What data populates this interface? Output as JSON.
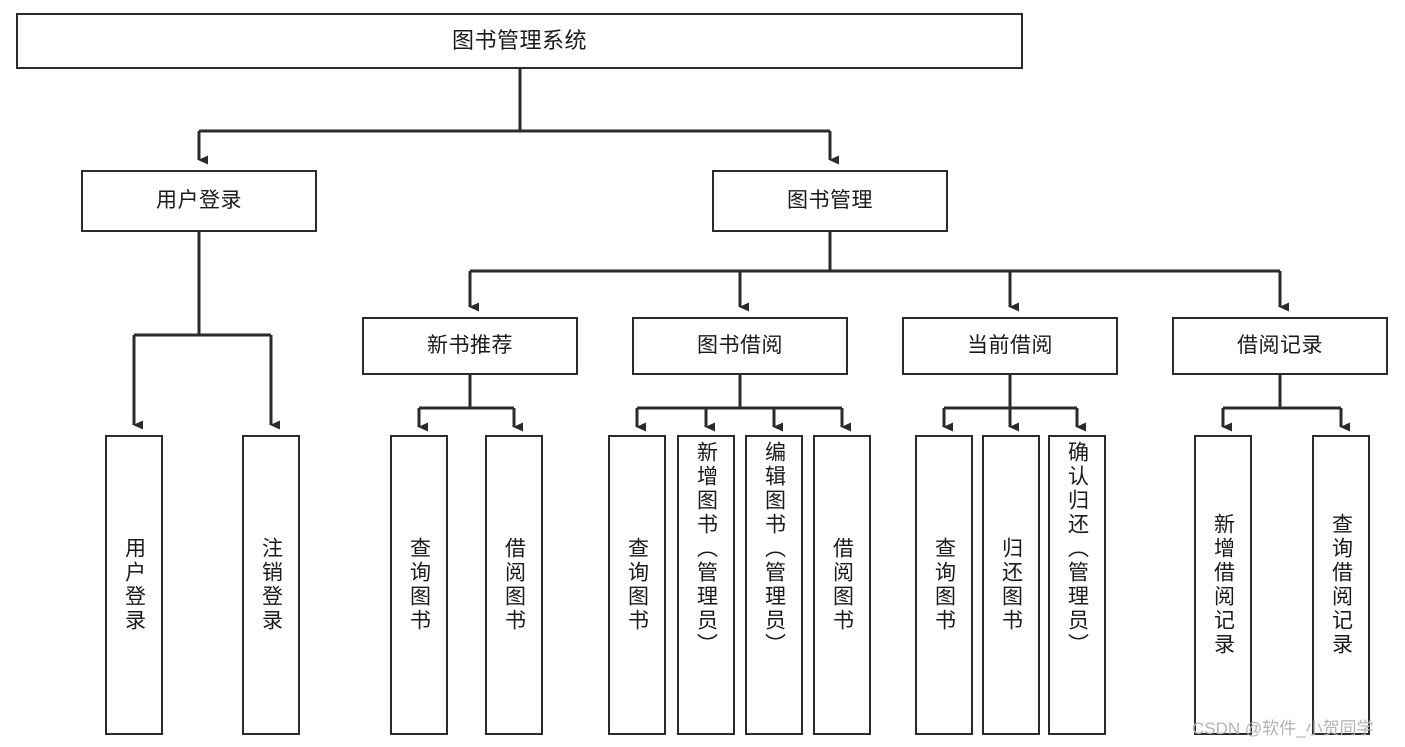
{
  "diagram": {
    "title": "图书管理系统",
    "type": "tree-hierarchy",
    "orientation": "top-down",
    "style": {
      "box_stroke": "#2b2b2b",
      "box_fill": "#ffffff",
      "text_color": "#1a1a1a",
      "edge_color": "#2b2b2b",
      "background": "#ffffff"
    },
    "levels": [
      {
        "level": 1,
        "nodes": [
          {
            "id": "root",
            "label": "图书管理系统"
          }
        ]
      },
      {
        "level": 2,
        "nodes": [
          {
            "id": "login",
            "label": "用户登录",
            "parent": "root"
          },
          {
            "id": "bookmgmt",
            "label": "图书管理",
            "parent": "root"
          }
        ]
      },
      {
        "level": 3,
        "nodes": [
          {
            "id": "newbook",
            "label": "新书推荐",
            "parent": "bookmgmt"
          },
          {
            "id": "borrow",
            "label": "图书借阅",
            "parent": "bookmgmt"
          },
          {
            "id": "current",
            "label": "当前借阅",
            "parent": "bookmgmt"
          },
          {
            "id": "records",
            "label": "借阅记录",
            "parent": "bookmgmt"
          }
        ]
      },
      {
        "level": 4,
        "nodes": [
          {
            "id": "leaf-user-login",
            "label": "用户登录",
            "parent": "login"
          },
          {
            "id": "leaf-user-logout",
            "label": "注销登录",
            "parent": "login"
          },
          {
            "id": "leaf-nb-query",
            "label": "查询图书",
            "parent": "newbook"
          },
          {
            "id": "leaf-nb-borrow",
            "label": "借阅图书",
            "parent": "newbook"
          },
          {
            "id": "leaf-bw-query",
            "label": "查询图书",
            "parent": "borrow"
          },
          {
            "id": "leaf-bw-add",
            "label": "新增图书（管理员）",
            "parent": "borrow"
          },
          {
            "id": "leaf-bw-edit",
            "label": "编辑图书（管理员）",
            "parent": "borrow"
          },
          {
            "id": "leaf-bw-borrow",
            "label": "借阅图书",
            "parent": "borrow"
          },
          {
            "id": "leaf-cu-query",
            "label": "查询图书",
            "parent": "current"
          },
          {
            "id": "leaf-cu-return",
            "label": "归还图书",
            "parent": "current"
          },
          {
            "id": "leaf-cu-confirm",
            "label": "确认归还（管理员）",
            "parent": "current"
          },
          {
            "id": "leaf-rc-add",
            "label": "新增借阅记录",
            "parent": "records"
          },
          {
            "id": "leaf-rc-query",
            "label": "查询借阅记录",
            "parent": "records"
          }
        ]
      }
    ]
  },
  "watermark": {
    "text": "CSDN @软件_小贺同学"
  }
}
